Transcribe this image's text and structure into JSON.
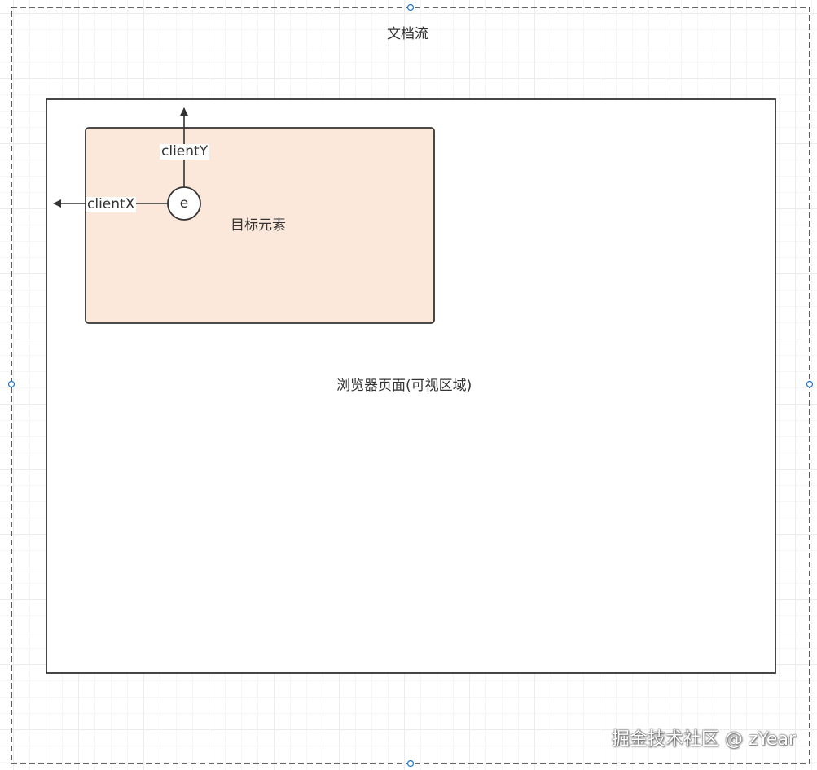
{
  "document_flow": {
    "label": "文档流"
  },
  "viewport": {
    "label": "浏览器页面(可视区域)"
  },
  "target_element": {
    "label": "目标元素",
    "fill_color": "#fbe8da"
  },
  "event_point": {
    "label": "e"
  },
  "client_x": {
    "label": "clientX"
  },
  "client_y": {
    "label": "clientY"
  },
  "watermark": {
    "text": "掘金技术社区 @ zYear"
  },
  "colors": {
    "stroke": "#333333",
    "handle": "#1f77c9",
    "dashed_border": "#333333"
  }
}
